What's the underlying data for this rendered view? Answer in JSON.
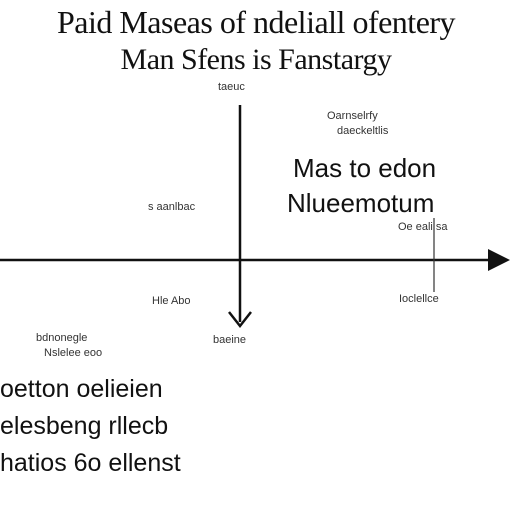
{
  "title": {
    "line1": "Paid Maseas of ndeliall ofentery",
    "line2": "Man Sfens is Fanstargy"
  },
  "axis": {
    "top_label": "taeuc",
    "bottom_label": "baeine",
    "left_label": "s aanlbac",
    "right_label": "Ioclellce"
  },
  "quadrant": {
    "small_line1": "Oarnselrfy",
    "small_line2": "daeckeltlis",
    "heading_line1": "Mas to edon",
    "heading_line2": "Nlueemotum",
    "marker_label": "Oe eali sa"
  },
  "labels": {
    "lower_left_tick": "Hle Abo",
    "side_line1": "bdnonegle",
    "side_line2": "Nslelee eoo"
  },
  "bottom_text": [
    "oetton oelieien",
    "elesbeng rllecb",
    "hatios 6o ellenst"
  ],
  "colors": {
    "line": "#111111",
    "text": "#111111"
  }
}
